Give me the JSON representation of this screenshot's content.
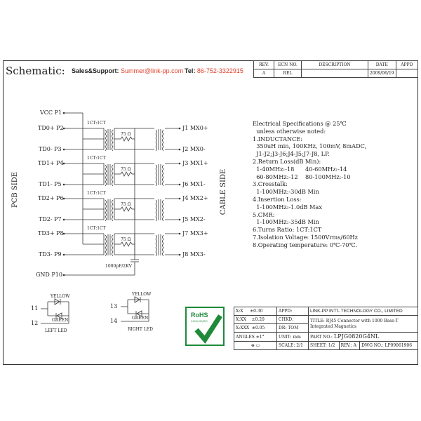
{
  "header": {
    "title": "Schematic:",
    "sales_label": "Sales&Support:",
    "sales_email": "Summer@link-pp.com",
    "tel_label": "Tel:",
    "tel_number": "86-752-3322915"
  },
  "revision": {
    "headers": [
      "REV.",
      "ECN NO.",
      "DESCRIPTION",
      "DATE",
      "APPD"
    ],
    "row": [
      "A",
      "REL",
      "",
      "2009/06/19",
      ""
    ]
  },
  "pcb_side": {
    "label": "PCB SIDE",
    "pins": [
      "VCC P1",
      "TD0+ P2",
      "TD0- P3",
      "TD1+ P4",
      "TD1- P5",
      "TD2+ P6",
      "TD2- P7",
      "TD3+ P8",
      "TD3- P9",
      "GND P10"
    ]
  },
  "cable_side": {
    "label": "CABLE SIDE",
    "pins": [
      "J1 MX0+",
      "J2 MX0-",
      "J3 MX1+",
      "J6 MX1-",
      "J4 MX2+",
      "J5 MX2-",
      "J7 MX3+",
      "J8 MX3-"
    ]
  },
  "channels": {
    "ratio": "1CT:1CT",
    "resistor": "75 Ω"
  },
  "capacitor": "1000pF/2KV",
  "leds": {
    "left": {
      "pin_a": "11",
      "pin_b": "12",
      "top": "YELLOW",
      "bottom": "GREEN",
      "caption": "LEFT LED"
    },
    "right": {
      "pin_a": "13",
      "pin_b": "14",
      "top": "YELLOW",
      "bottom": "GREEN",
      "caption": "RIGHT LED"
    }
  },
  "specs": [
    "Electrical Specifications @ 25℃",
    "  unless otherwise noted:",
    "1.INDUCTANCE:",
    "  350uH min, 100KHz, 100mV, 8mADC,",
    "  J1-J2;J3-J6;J4-J5;J7-J8, LP.",
    "2.Return Loss(dB Min):",
    "  1-40MHz:-18      40-60MHz:-14",
    "  60-80MHz:-12    80-100MHz:-10",
    "3.Crosstalk:",
    "  1-100MHz:-30dB Min",
    "4.Insertion Loss:",
    "  1-100MHz:-1.0dB Max",
    "5.CMR:",
    "  1-100MHz:-35dB Min",
    "6.Turns Ratio: 1CT:1CT",
    "7.Isolation Voltage: 1500Vrms/60Hz",
    "8.Operating temperature: 0℃-70℃."
  ],
  "rohs": {
    "text": "RoHS",
    "sub": "2002/95/EC"
  },
  "title_block": {
    "tol1": "X:X     ±0.30",
    "tol2": "X:XX    ±0.20",
    "tol3": "X:XXX  ±0.05",
    "angles": "ANGLES ±1°",
    "appd": "APPD:",
    "chkd": "CHKD:",
    "dr": "DR:",
    "dr_val": "TOM",
    "unit": "UNIT:",
    "unit_val": "mm",
    "company": "LINK-PP INT'L TECHNOLOGY CO., LIMITED",
    "title_label": "TITLE:",
    "title_val": "RJ45 Connector with 1000 Base-T Integrated Magnetics",
    "partno_label": "PART NO.:",
    "partno_val": "LPJG0820G4NL",
    "scale_label": "SCALE:",
    "scale_val": "2/1",
    "sheet_label": "SHEET:",
    "sheet_val": "1/2",
    "rev_label": "REV.:",
    "rev_val": "A",
    "dwg_label": "DWG NO.:",
    "dwg_val": "LP09061906"
  }
}
